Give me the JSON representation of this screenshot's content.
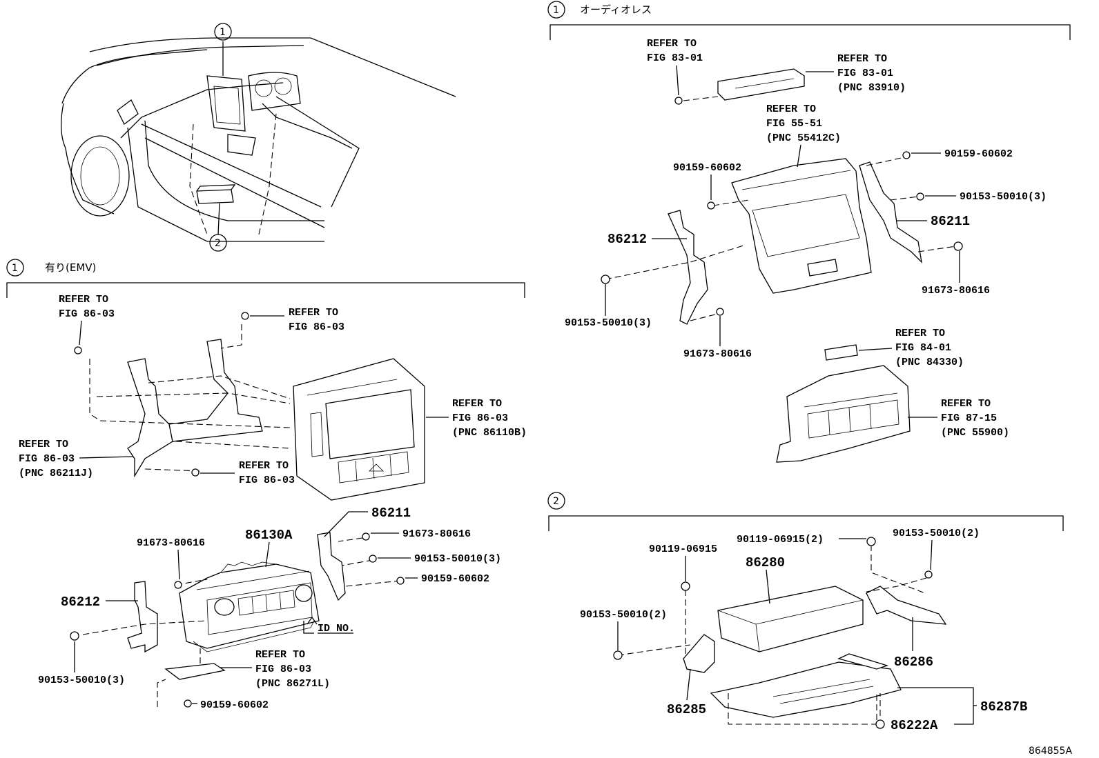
{
  "callouts": {
    "c1": "1",
    "c2": "2",
    "s1_num": "1",
    "s1_title": "有り(EMV)",
    "s2_num": "1",
    "s2_title": "オーディオレス",
    "s3_num": "2"
  },
  "refer": {
    "to": "REFER TO",
    "fig_86_03": "FIG 86-03",
    "fig_83_01": "FIG 83-01",
    "fig_55_51": "FIG 55-51",
    "fig_84_01": "FIG 84-01",
    "fig_87_15": "FIG 87-15",
    "pnc_86211J": "(PNC 86211J)",
    "pnc_86110B": "(PNC 86110B)",
    "pnc_86271L": "(PNC 86271L)",
    "pnc_83910": "(PNC 83910)",
    "pnc_55412C": "(PNC 55412C)",
    "pnc_84330": "(PNC 84330)",
    "pnc_55900": "(PNC 55900)"
  },
  "parts": {
    "p86211": "86211",
    "p86212": "86212",
    "p86130A": "86130A",
    "p86280": "86280",
    "p86286": "86286",
    "p86285": "86285",
    "p86287B": "86287B",
    "p86222A": "86222A",
    "b91673_80616": "91673-80616",
    "b90153_50010_3": "90153-50010(3)",
    "b90159_60602": "90159-60602",
    "b90119_06915": "90119-06915",
    "b90119_06915_2": "90119-06915(2)",
    "b90153_50010_2": "90153-50010(2)",
    "id_no": "ID NO."
  },
  "diagram_id": "864855A"
}
